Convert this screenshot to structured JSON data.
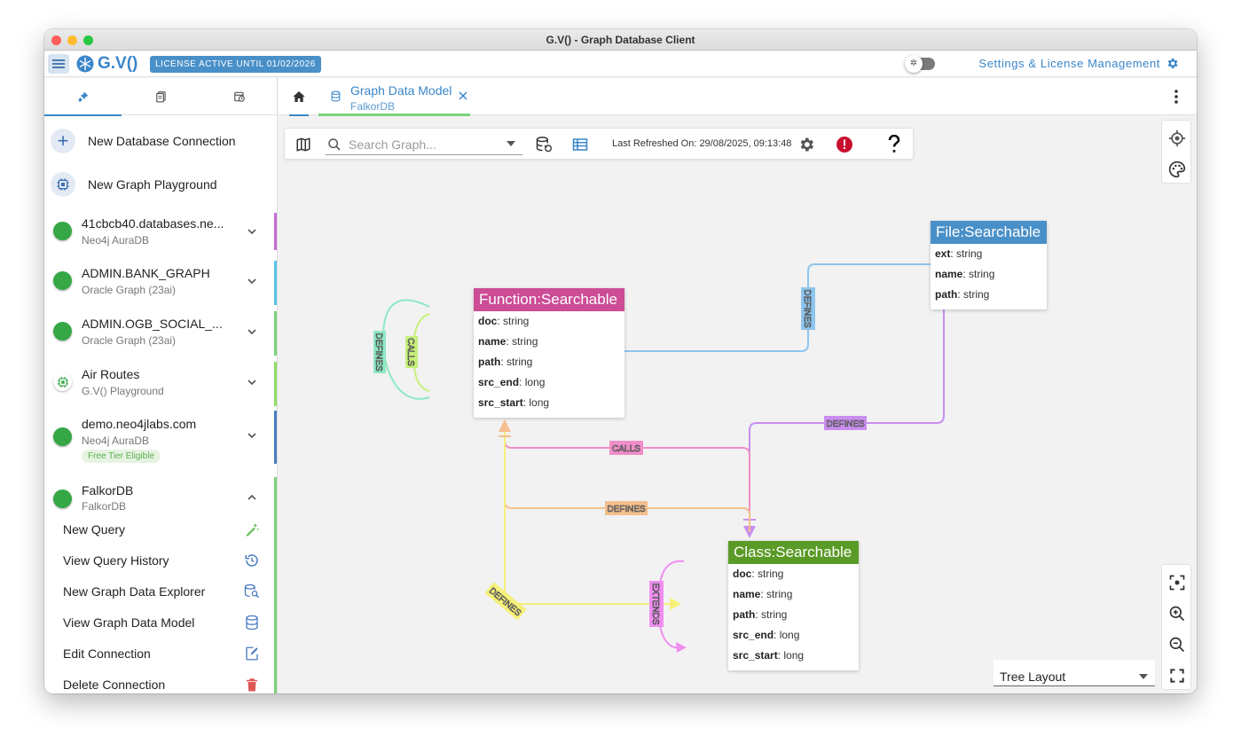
{
  "window": {
    "title": "G.V() - Graph Database Client"
  },
  "appbar": {
    "brand": "G.V()",
    "license": "LICENSE ACTIVE UNTIL 01/02/2026",
    "settings_link": "Settings & License Management"
  },
  "sidebar": {
    "actions": [
      {
        "label": "New Database Connection",
        "icon": "plus-icon"
      },
      {
        "label": "New Graph Playground",
        "icon": "chip-icon"
      }
    ],
    "connections": [
      {
        "name": "41cbcb40.databases.ne...",
        "type": "Neo4j AuraDB",
        "bar_color": "#c46cd6",
        "status": "green"
      },
      {
        "name": "ADMIN.BANK_GRAPH",
        "type": "Oracle Graph (23ai)",
        "bar_color": "#56c3e8",
        "status": "green"
      },
      {
        "name": "ADMIN.OGB_SOCIAL_...",
        "type": "Oracle Graph (23ai)",
        "bar_color": "#7bd47a",
        "status": "green"
      },
      {
        "name": "Air Routes",
        "type": "G.V() Playground",
        "bar_color": "#8ddc5f",
        "status": "playground"
      },
      {
        "name": "demo.neo4jlabs.com",
        "type": "Neo4j AuraDB",
        "badge": "Free Tier Eligible",
        "bar_color": "#4a7cc0",
        "status": "green"
      },
      {
        "name": "FalkorDB",
        "type": "FalkorDB",
        "bar_color": "#7bd47a",
        "status": "green",
        "expanded": true
      }
    ],
    "falkor_items": [
      {
        "label": "New Query",
        "icon": "magic-pen-icon"
      },
      {
        "label": "View Query History",
        "icon": "history-icon"
      },
      {
        "label": "New Graph Data Explorer",
        "icon": "db-search-icon"
      },
      {
        "label": "View Graph Data Model",
        "icon": "database-icon"
      },
      {
        "label": "Edit Connection",
        "icon": "edit-doc-icon"
      },
      {
        "label": "Delete Connection",
        "icon": "trash-icon"
      }
    ]
  },
  "main": {
    "tab": {
      "title": "Graph Data Model",
      "subtitle": "FalkorDB"
    },
    "toolbar": {
      "search_placeholder": "Search Graph...",
      "last_refreshed": "Last Refreshed On: 29/08/2025, 09:13:48"
    },
    "layout_select": "Tree Layout"
  },
  "graph": {
    "nodes": [
      {
        "id": "file",
        "title": "File:Searchable",
        "color": "#4a90c8",
        "props": [
          {
            "k": "ext",
            "v": "string"
          },
          {
            "k": "name",
            "v": "string"
          },
          {
            "k": "path",
            "v": "string"
          }
        ]
      },
      {
        "id": "function",
        "title": "Function:Searchable",
        "color": "#cc4c96",
        "props": [
          {
            "k": "doc",
            "v": "string"
          },
          {
            "k": "name",
            "v": "string"
          },
          {
            "k": "path",
            "v": "string"
          },
          {
            "k": "src_end",
            "v": "long"
          },
          {
            "k": "src_start",
            "v": "long"
          }
        ]
      },
      {
        "id": "class",
        "title": "Class:Searchable",
        "color": "#5a9a26",
        "props": [
          {
            "k": "doc",
            "v": "string"
          },
          {
            "k": "name",
            "v": "string"
          },
          {
            "k": "path",
            "v": "string"
          },
          {
            "k": "src_end",
            "v": "long"
          },
          {
            "k": "src_start",
            "v": "long"
          }
        ]
      }
    ],
    "edges": [
      {
        "label": "DEFINES",
        "from": "file",
        "to": "function",
        "color": "#8ec5ee"
      },
      {
        "label": "DEFINES",
        "from": "file",
        "to": "class",
        "color": "#c98ef0"
      },
      {
        "label": "DEFINES",
        "from": "function",
        "to": "function",
        "color": "#8ee8c4"
      },
      {
        "label": "CALLS",
        "from": "function",
        "to": "function",
        "color": "#c6f07a"
      },
      {
        "label": "CALLS",
        "from": "function",
        "to": "class",
        "color": "#f08ec8"
      },
      {
        "label": "DEFINES",
        "from": "function",
        "to": "class",
        "color": "#f5bf8e"
      },
      {
        "label": "DEFINES",
        "from": "class",
        "to": "function",
        "color": "#f5f07a"
      },
      {
        "label": "EXTENDS",
        "from": "class",
        "to": "class",
        "color": "#f08ef0"
      }
    ]
  }
}
